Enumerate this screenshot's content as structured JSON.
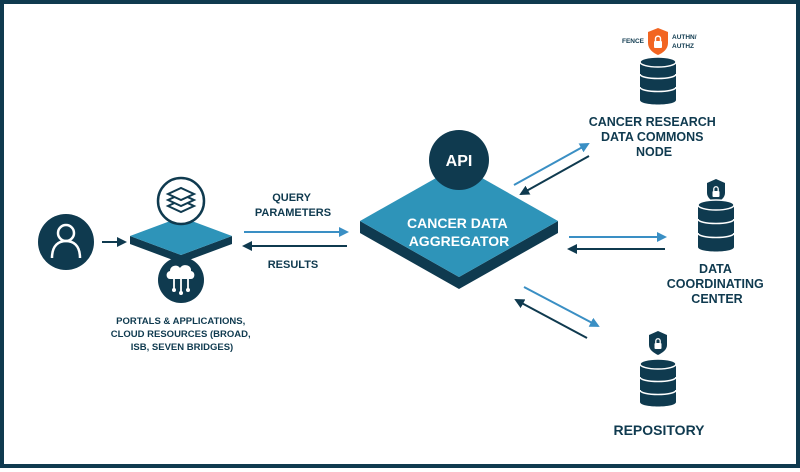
{
  "user": {
    "icon": "user-icon"
  },
  "portals": {
    "label_lines": [
      "PORTALS & APPLICATIONS,",
      "CLOUD RESOURCES (BROAD,",
      "ISB, SEVEN BRIDGES)"
    ],
    "icons": [
      "layers-icon",
      "cloud-network-icon"
    ]
  },
  "flow": {
    "query_line1": "QUERY",
    "query_line2": "PARAMETERS",
    "results": "RESULTS"
  },
  "api": {
    "label": "API"
  },
  "aggregator": {
    "line1": "CANCER DATA",
    "line2": "AGGREGATOR"
  },
  "crdc": {
    "fence": "FENCE",
    "authn_line1": "AUTHN/",
    "authn_line2": "AUTHZ",
    "line1": "CANCER RESEARCH",
    "line2": "DATA COMMONS",
    "line3": "NODE"
  },
  "dcc": {
    "line1": "DATA",
    "line2": "COORDINATING",
    "line3": "CENTER"
  },
  "repository": {
    "label": "REPOSITORY"
  },
  "colors": {
    "navy": "#0f3a4f",
    "teal": "#2e94b9",
    "arrow": "#3a8fc4",
    "orange": "#f26522"
  }
}
